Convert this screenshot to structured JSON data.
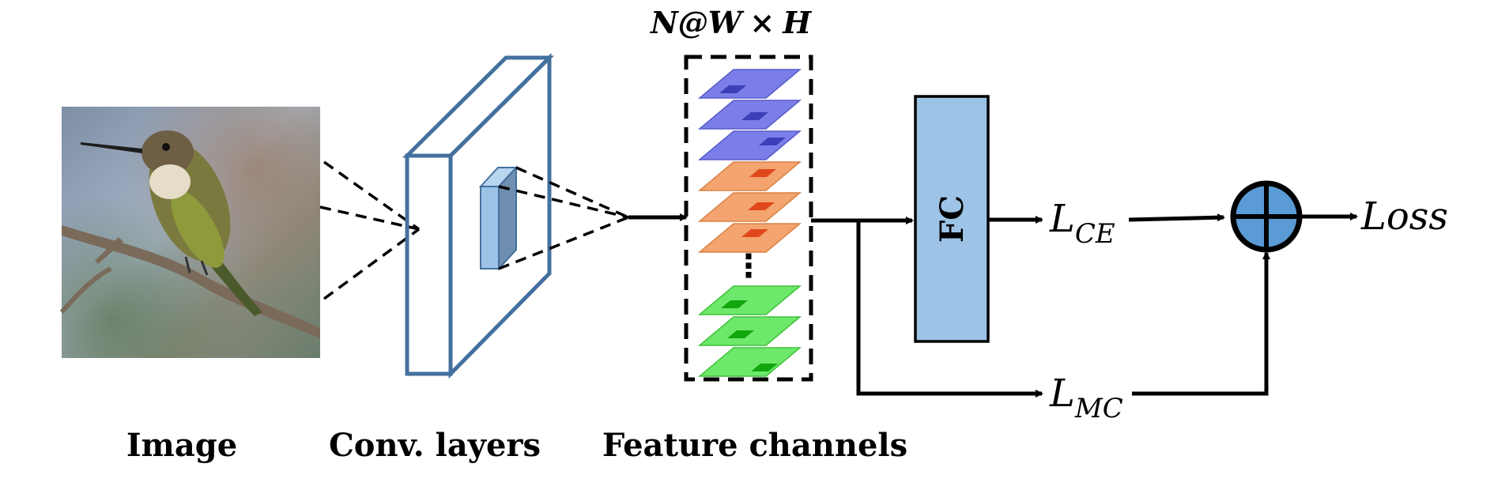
{
  "captions": {
    "image": "Image",
    "conv": "Conv. layers",
    "features": "Feature channels"
  },
  "channel_dims": {
    "n": "N",
    "at": "@",
    "w": "W",
    "times": "×",
    "h": "H"
  },
  "fc_label": "FC",
  "losses": {
    "ce_base": "L",
    "ce_sub": "CE",
    "mc_base": "L",
    "mc_sub": "MC",
    "total": "Loss"
  },
  "ellipsis": "⋮",
  "colors": {
    "conv_stroke": "#44709e",
    "conv_kernel": "#9cc3e6",
    "fc_fill": "#9dc3e6",
    "plus_fill": "#5b9bd5",
    "blue_channel": "#7b7de9",
    "orange_channel": "#f4a46f",
    "green_channel": "#6ee86b"
  }
}
